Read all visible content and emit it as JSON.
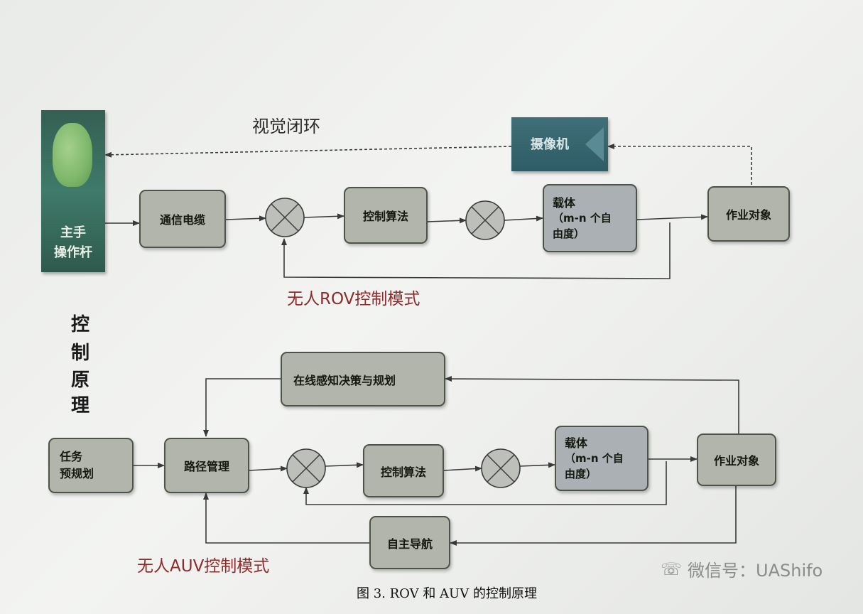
{
  "operator": {
    "label_line1": "主手",
    "label_line2": "操作杆"
  },
  "camera": {
    "label": "摄像机",
    "icon": "camera-icon"
  },
  "rov": {
    "loop_label": "视觉闭环",
    "cable": "通信电缆",
    "control_algorithm": "控制算法",
    "vehicle_title": "载体",
    "vehicle_sub1": "（m-n 个自",
    "vehicle_sub2": "由度）",
    "target": "作业对象",
    "mode_label": "无人ROV控制模式"
  },
  "side_label": [
    "控",
    "制",
    "原",
    "理"
  ],
  "auv": {
    "planning": "在线感知决策与规划",
    "task_line1": "任务",
    "task_line2": "预规划",
    "path_management": "路径管理",
    "control_algorithm": "控制算法",
    "vehicle_title": "载体",
    "vehicle_sub1": "（m-n 个自",
    "vehicle_sub2": "由度）",
    "target": "作业对象",
    "navigation": "自主导航",
    "mode_label": "无人AUV控制模式"
  },
  "watermark": {
    "text": "微信号：UAShifo",
    "icon": "wechat-icon"
  },
  "caption": "图 3. ROV 和 AUV 的控制原理",
  "colors": {
    "box_fill": "#b1b5ab",
    "vehicle_fill": "#aab0b4",
    "mode_label": "#8f2b2b",
    "operator_panel": "#3f7a6a",
    "camera_panel": "#2f5c66"
  }
}
